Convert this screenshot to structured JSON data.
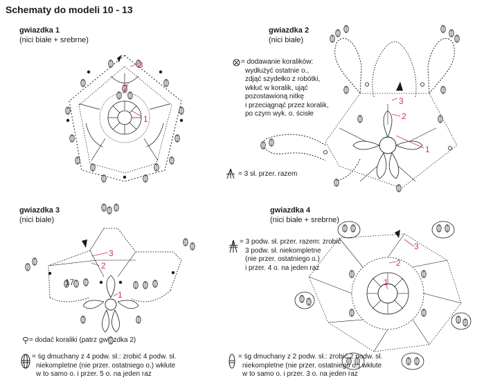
{
  "page_title": "Schematy do modeli 10 - 13",
  "colors": {
    "row_marker": "#c8345a",
    "ink": "#1a1a1a"
  },
  "stars": [
    {
      "heading": "gwiazdka 1",
      "thread": "(nici białe + srebrne)",
      "row_numbers": [
        "1",
        "2",
        "3"
      ]
    },
    {
      "heading": "gwiazdka 2",
      "thread": "(nici białe)",
      "row_numbers": [
        "1",
        "2",
        "3"
      ]
    },
    {
      "heading": "gwiazdka 3",
      "thread": "(nici białe)",
      "row_numbers": [
        "1",
        "2",
        "3"
      ],
      "count_label": "17"
    },
    {
      "heading": "gwiazdka 4",
      "thread": "(nici białe + srebrne)",
      "row_numbers": [
        "1",
        "2",
        "3"
      ]
    }
  ],
  "legend": {
    "bead_add": {
      "icon": "circled-x-icon",
      "lines": [
        "= dodawanie koralików:",
        "wydłużyć ostatnie o.,",
        "zdjąć szydełko z robótki,",
        "wkłuć w koralik, ująć",
        "pozostawioną nitkę",
        "i przeciągnąć przez koralik,",
        "po czym wyk. o. ścisłe"
      ]
    },
    "three_dc_together": {
      "icon": "three-dc-cluster-icon",
      "text": "= 3 sł. przer. razem"
    },
    "three_tr_together": {
      "icon": "three-tr-cluster-icon",
      "lines": [
        "= 3 podw. sł. przer. razem: zrobić",
        "3 podw. sł. niekompletne",
        "(nie przer. ostatniego o.)",
        "i przer. 4 o. na jeden raz"
      ]
    },
    "add_beads": {
      "icon": "bead-drop-icon",
      "text": "= dodać koraliki (patrz gwiazdka 2)"
    },
    "puff_four": {
      "icon": "puff-stitch-4-icon",
      "lines": [
        "= śg dmuchany z 4 podw. sł.: zrobić 4 podw. sł.",
        "niekompletne (nie przer. ostatniego o.) wkłute",
        "w to samo o. i przer. 5 o. na jeden raz"
      ]
    },
    "puff_two": {
      "icon": "puff-stitch-2-icon",
      "lines": [
        "= śg dmuchany z 2 podw. sł.: zrobić 2 podw. sł.",
        "niekompletne (nie przer. ostatniego o.) wkłute",
        "w to samo o. i przer. 3 o. na jeden raz"
      ]
    }
  }
}
